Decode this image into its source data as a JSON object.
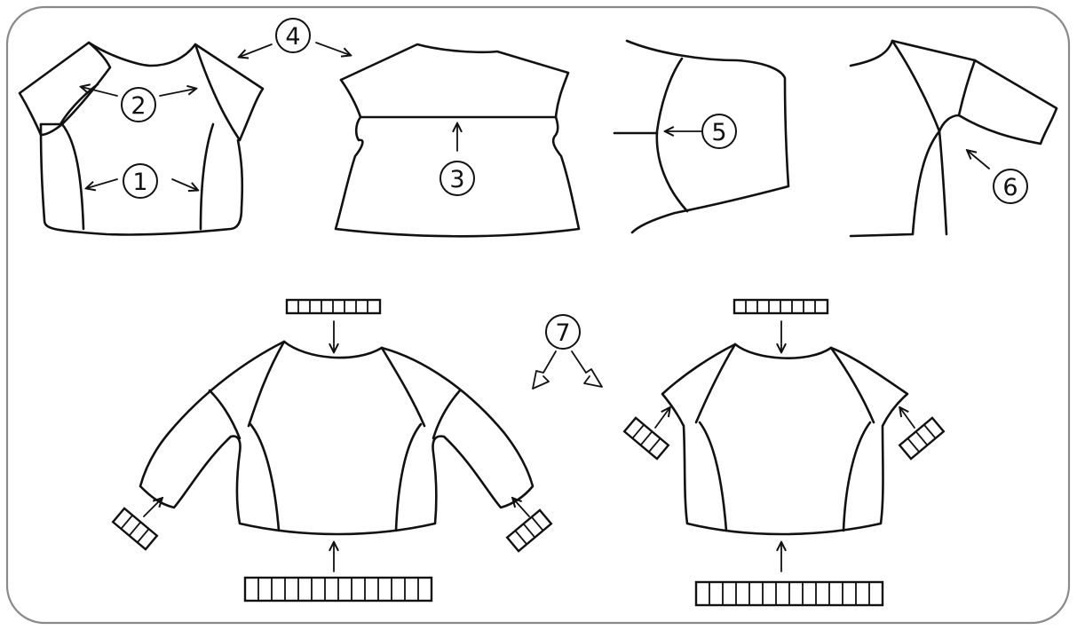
{
  "labels": {
    "step1": "1",
    "step2": "2",
    "step3": "3",
    "step4": "4",
    "step5": "5",
    "step6": "6",
    "step7": "7"
  },
  "colors": {
    "line": "#111111",
    "frame": "#8a8a8a",
    "background": "#ffffff"
  }
}
